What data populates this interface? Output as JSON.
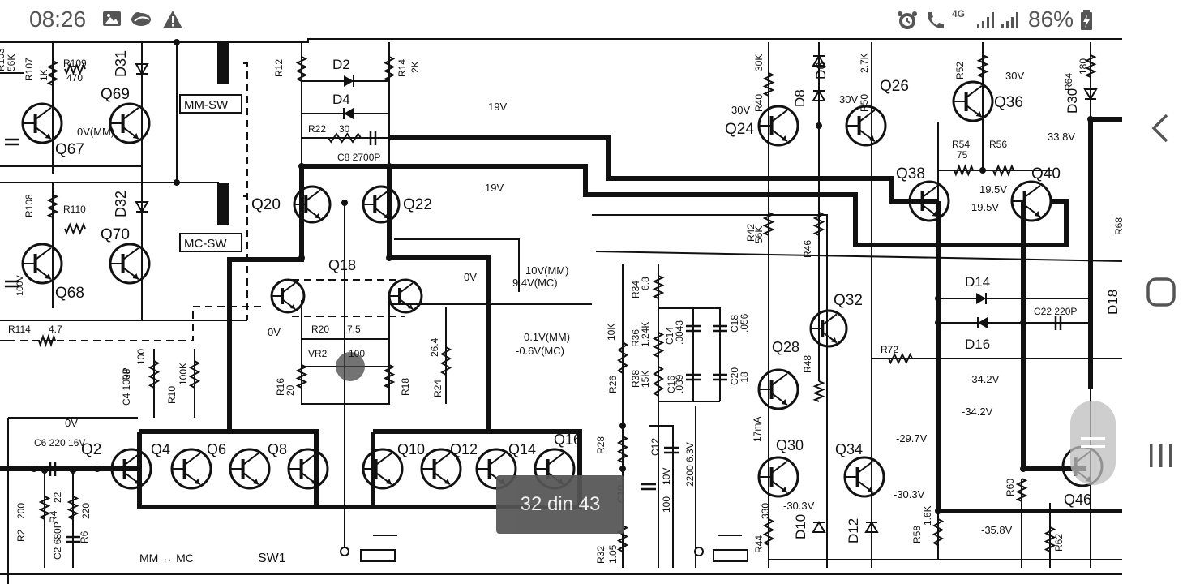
{
  "status_bar": {
    "time": "08:26",
    "battery_percent": "86%",
    "network_type": "4G",
    "left_icons": [
      "image-icon",
      "cloud-icon",
      "warning-icon"
    ],
    "right_icons": [
      "alarm-icon",
      "call-icon",
      "signal-icon",
      "signal-icon",
      "battery-charging-icon"
    ]
  },
  "viewer": {
    "page_indicator": "32 din 43"
  },
  "nav_bar": {
    "icons": [
      "back-icon",
      "home-icon",
      "recents-icon"
    ]
  },
  "schematic": {
    "transistors": [
      "Q67",
      "Q69",
      "Q68",
      "Q70",
      "Q20",
      "Q22",
      "Q18",
      "Q2",
      "Q4",
      "Q6",
      "Q8",
      "Q10",
      "Q12",
      "Q14",
      "Q16",
      "Q24",
      "Q26",
      "Q36",
      "Q38",
      "Q40",
      "Q32",
      "Q28",
      "Q30",
      "Q34",
      "Q46"
    ],
    "diodes": [
      "D31",
      "D32",
      "D2",
      "D4",
      "D8",
      "D6",
      "D30",
      "D14",
      "D16",
      "D18",
      "D10",
      "D12"
    ],
    "resistors": [
      "R103",
      "R107",
      "R109",
      "R108",
      "R110",
      "R12",
      "R14",
      "R22",
      "R114",
      "R8",
      "R10",
      "R20",
      "R16",
      "R18",
      "R24",
      "R26",
      "R28",
      "R32",
      "R2",
      "R4",
      "R6",
      "R40",
      "R50",
      "R52",
      "R54",
      "R56",
      "R64",
      "R42",
      "R46",
      "R34",
      "R36",
      "R38",
      "R48",
      "R72",
      "R44",
      "R58",
      "R60",
      "R62",
      "R68"
    ],
    "resistor_values": [
      "56K",
      "1K",
      "470",
      "2K",
      "30",
      "4.7",
      "100",
      "100K",
      "7.5",
      "20",
      "26.4",
      "10K",
      "1.05",
      "200",
      "22",
      "220",
      "30K",
      "2.7K",
      "75",
      "180",
      "56K",
      "6.8",
      "1.24K",
      "15K",
      "330",
      "1.6K"
    ],
    "capacitors": [
      "C8 2700P",
      "C4 100P",
      "C6 220 16V",
      "C2 680P",
      "C10",
      "C12",
      "C14",
      "C16",
      "C18",
      "C20",
      "C22 220P"
    ],
    "cap_values": [
      ".0043",
      ".039",
      ".056",
      ".18",
      "10V",
      "100",
      "2200 6.3V"
    ],
    "switch_labels": [
      "MM-SW",
      "MC-SW",
      "MM ↔ MC",
      "SW1"
    ],
    "misc_labels": [
      "VR2",
      "100",
      "17mA"
    ],
    "voltages": [
      "19V",
      "19V",
      "10V(MM)",
      "9.4V(MC)",
      "0V",
      "0V",
      "0V",
      "0V(MM)",
      "0.1V(MM)",
      "-0.6V(MC)",
      "30V",
      "30V",
      "30V",
      "33.8V",
      "19.5V",
      "19.5V",
      "-34.2V",
      "-34.2V",
      "-29.7V",
      "-30.3V",
      "-30.3V",
      "-35.8V",
      "100V"
    ]
  }
}
